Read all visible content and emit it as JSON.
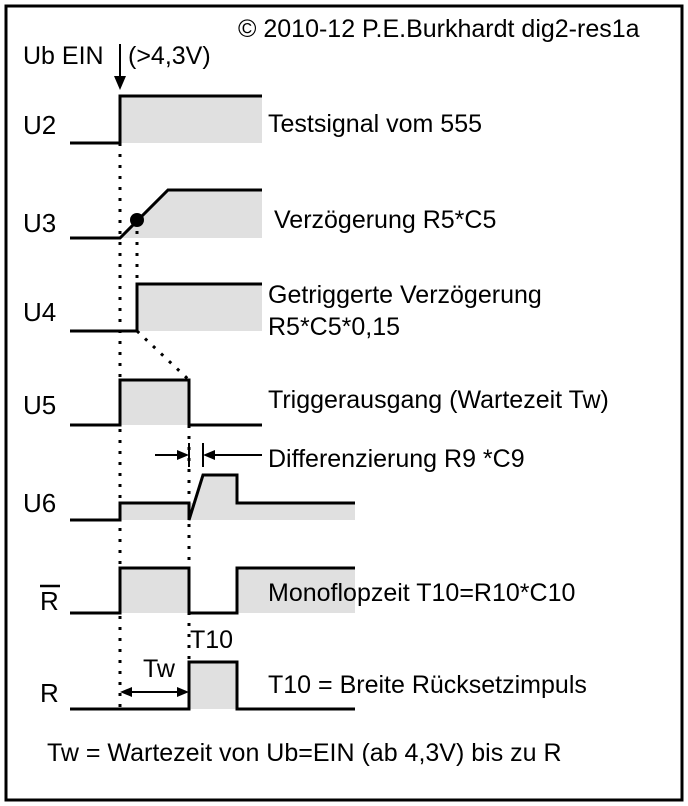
{
  "copyright": "© 2010-12 P.E.Burkhardt dig2-res1a",
  "power_on_label": "Ub EIN",
  "power_on_threshold": "(>4,3V)",
  "signals": {
    "u2": {
      "label": "U2",
      "desc": "Testsignal vom 555"
    },
    "u3": {
      "label": "U3",
      "desc": "Verzögerung R5*C5"
    },
    "u4": {
      "label": "U4",
      "desc_line1": "Getriggerte Verzögerung",
      "desc_line2": "R5*C5*0,15"
    },
    "u5": {
      "label": "U5",
      "desc": "Triggerausgang (Wartezeit Tw)"
    },
    "u6": {
      "label": "U6",
      "desc": "Differenzierung R9 *C9"
    },
    "rbar": {
      "label": "R",
      "desc": "Monoflopzeit T10=R10*C10"
    },
    "r": {
      "label": "R",
      "desc": "T10 = Breite Rücksetzimpuls"
    }
  },
  "tw_label": "Tw",
  "t10_label": "T10",
  "footer": "Tw = Wartezeit von Ub=EIN (ab 4,3V) bis zu R"
}
